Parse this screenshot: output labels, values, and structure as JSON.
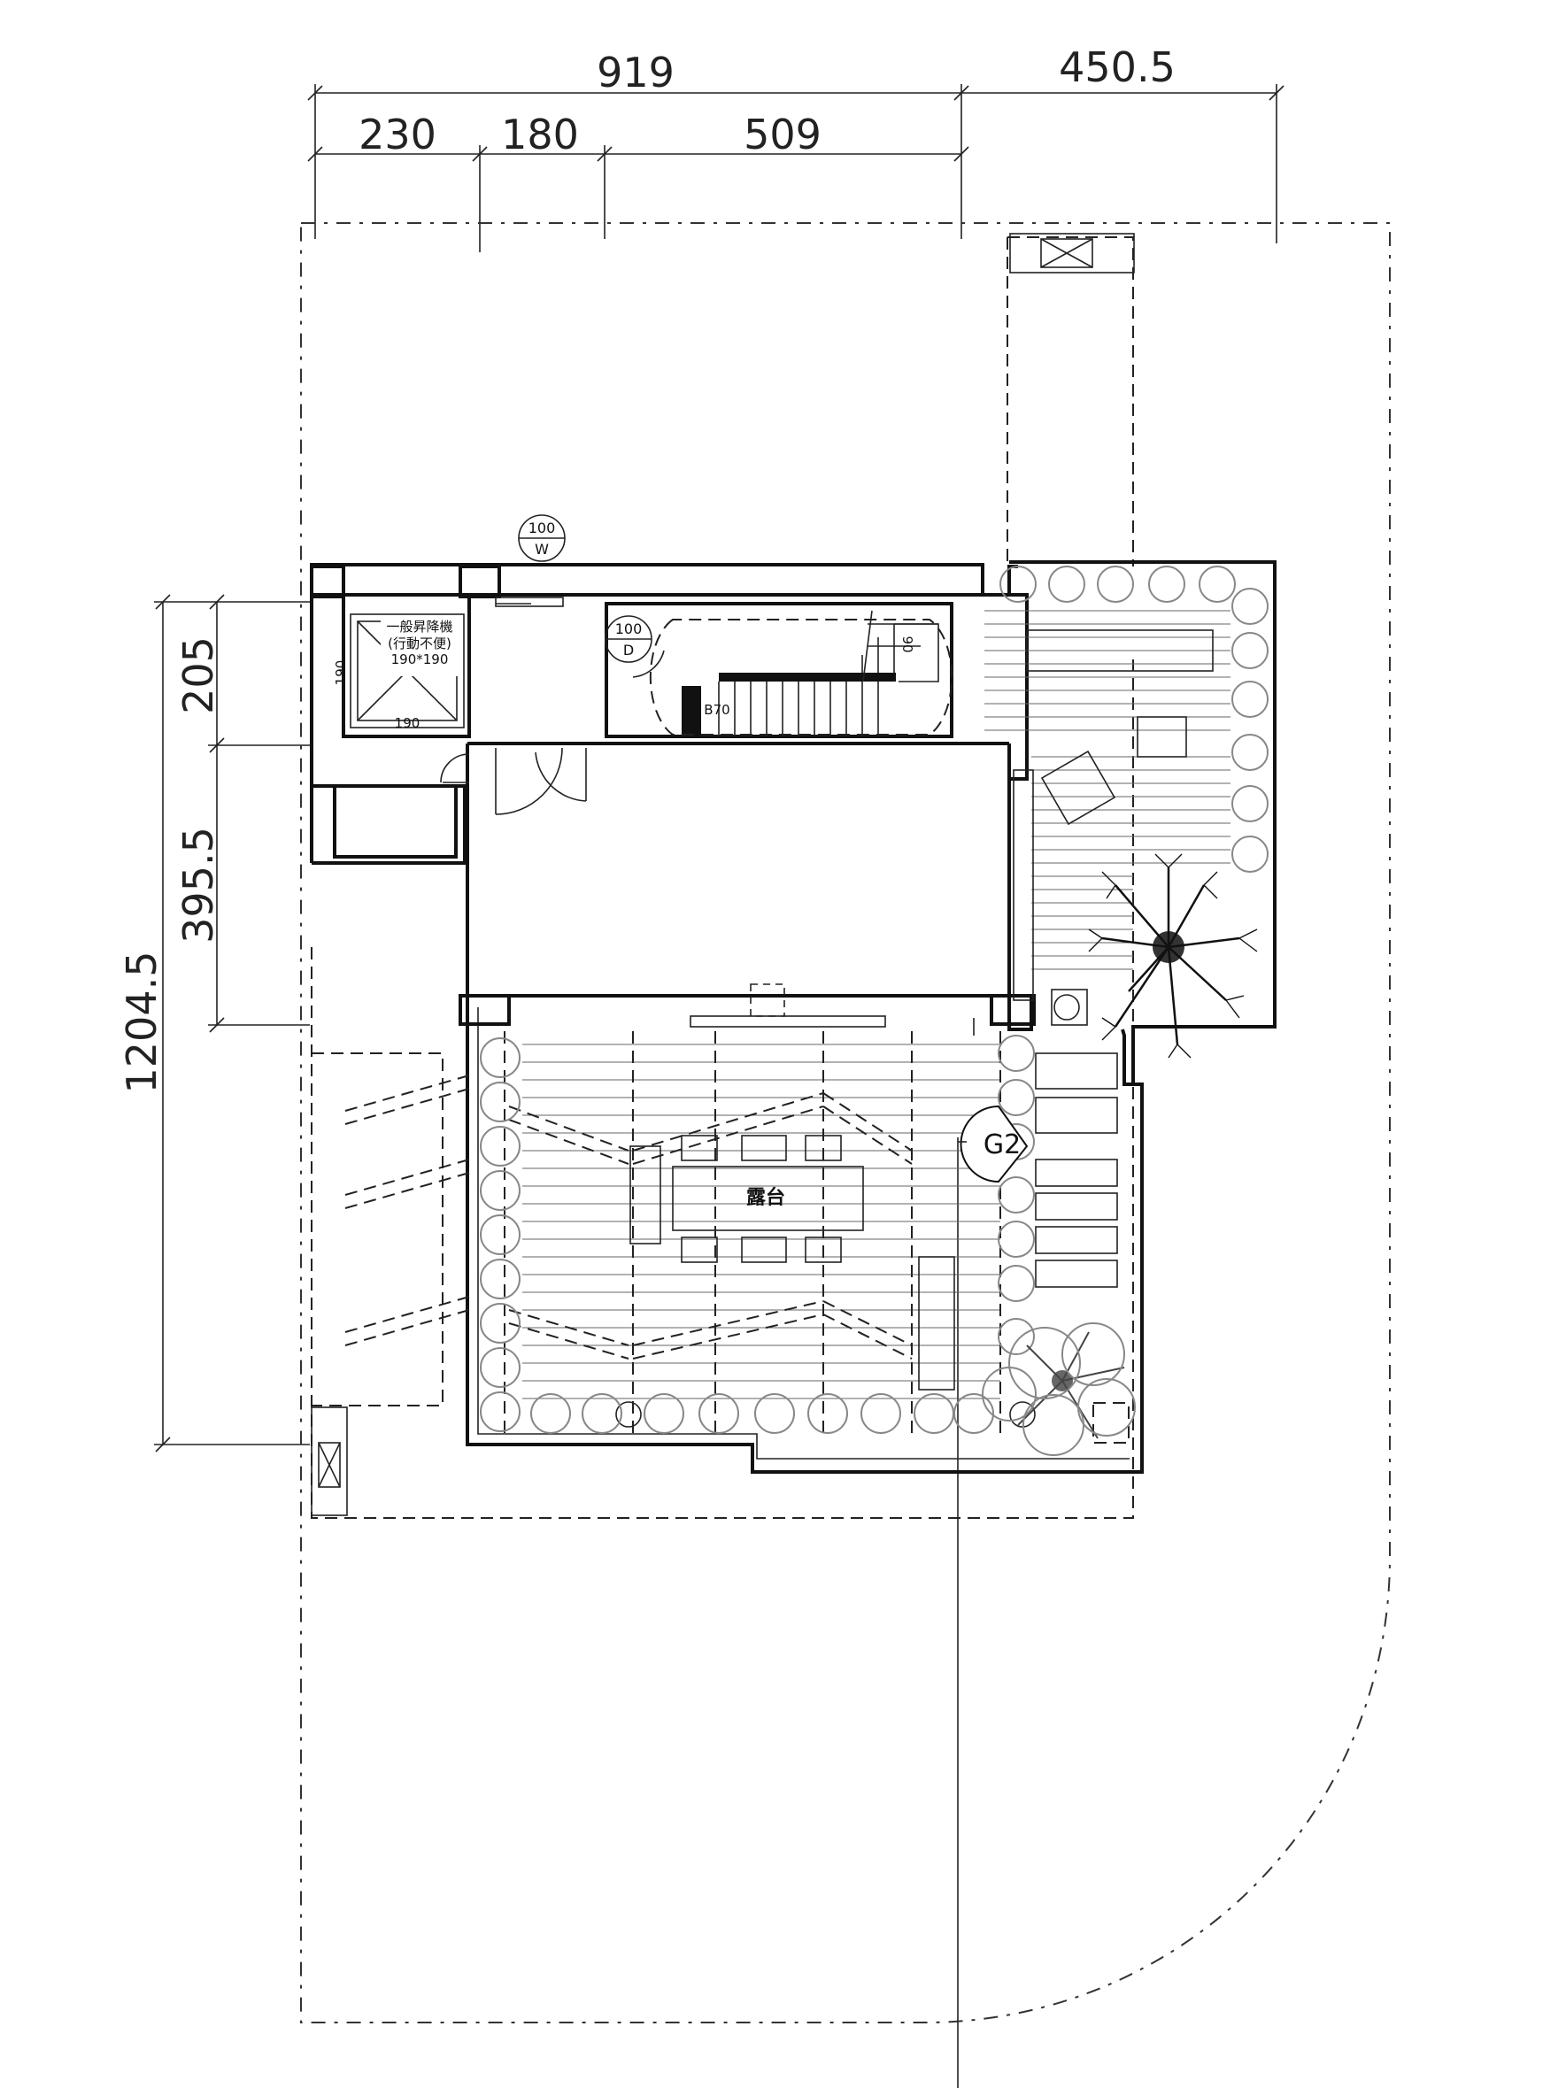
{
  "dimensions": {
    "top_total": "919",
    "top_right": "450.5",
    "top_seg_1": "230",
    "top_seg_2": "180",
    "top_seg_3": "509",
    "left_seg_1": "205",
    "left_seg_2": "395.5",
    "left_total": "1204.5"
  },
  "tags": {
    "wall_tag_num": "100",
    "wall_tag_letter": "W",
    "door_tag_num": "100",
    "door_tag_letter": "D",
    "section_marker": "G2"
  },
  "labels": {
    "lift_line_1": "一般昇降機",
    "lift_line_2": "(行動不便)",
    "lift_size": "190*190",
    "lift_dim_v": "190",
    "lift_dim_h": "190",
    "stair_dim": "90",
    "stair_mark": "B70",
    "terrace": "露台"
  }
}
